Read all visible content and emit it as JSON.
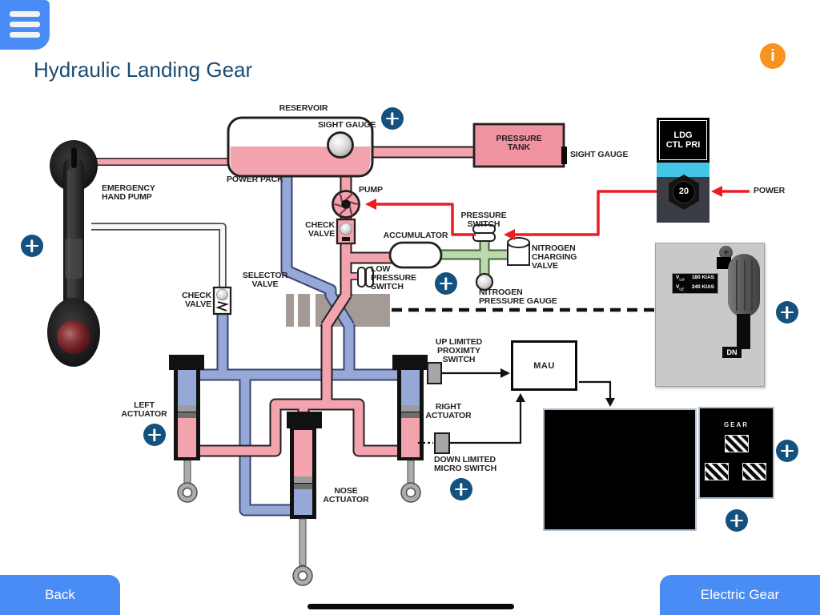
{
  "header": {
    "title": "Hydraulic Landing Gear"
  },
  "info_button": {
    "glyph": "i"
  },
  "diagram": {
    "labels": {
      "reservoir": "RESERVOIR",
      "sight_gauge_reservoir": "SIGHT GAUGE",
      "power_pack": "POWER PACK",
      "pressure_tank": "PRESSURE\nTANK",
      "sight_gauge_tank": "SIGHT GAUGE",
      "pump": "PUMP",
      "check_valve_pump": "CHECK\nVALVE",
      "accumulator": "ACCUMULATOR",
      "pressure_switch": "PRESSURE\nSWITCH",
      "nitrogen_charging_valve": "NITROGEN\nCHARGING\nVALVE",
      "low_pressure_switch": "LOW\nPRESSURE\nSWITCH",
      "nitrogen_pressure_gauge": "NITROGEN\nPRESSURE GAUGE",
      "selector_valve": "SELECTOR\nVALVE",
      "check_valve_hand_pump": "CHECK\nVALVE",
      "emergency_hand_pump": "EMERGENCY\nHAND PUMP",
      "left_actuator": "LEFT\nACTUATOR",
      "right_actuator": "RIGHT\nACTUATOR",
      "nose_actuator": "NOSE\nACTUATOR",
      "up_limited_proximity_switch": "UP LIMITED\nPROXIMTY\nSWITCH",
      "down_limited_micro_switch": "DOWN LIMITED\nMICRO SWITCH",
      "mau": "MAU",
      "power": "POWER"
    },
    "breaker_panel": {
      "title": "LDG\nCTL PRI",
      "breaker_value": "20"
    },
    "gear_lever_panel": {
      "placard": {
        "v1": "V",
        "v1_sub": "LO",
        "v1_value": "180 KIAS",
        "v2": "V",
        "v2_sub": "LE",
        "v2_value": "240 KIAS"
      },
      "down_label": "DN"
    },
    "gear_indicator": {
      "title": "GEAR"
    }
  },
  "footer": {
    "back": "Back",
    "electric_gear": "Electric Gear"
  },
  "colors": {
    "accent_blue": "#4A8CF5",
    "title_blue": "#1B4B74",
    "info_orange": "#F7941E",
    "hotspot_navy": "#15517E",
    "pipe_pink": "#F2A3AE",
    "pipe_blue": "#96A8D6",
    "pipe_green": "#BCD9AE",
    "wire_red": "#EC1C24",
    "selector_gray": "#A49A96",
    "panel_gray": "#C9C9C9",
    "breaker_cyan": "#45C5E5"
  }
}
